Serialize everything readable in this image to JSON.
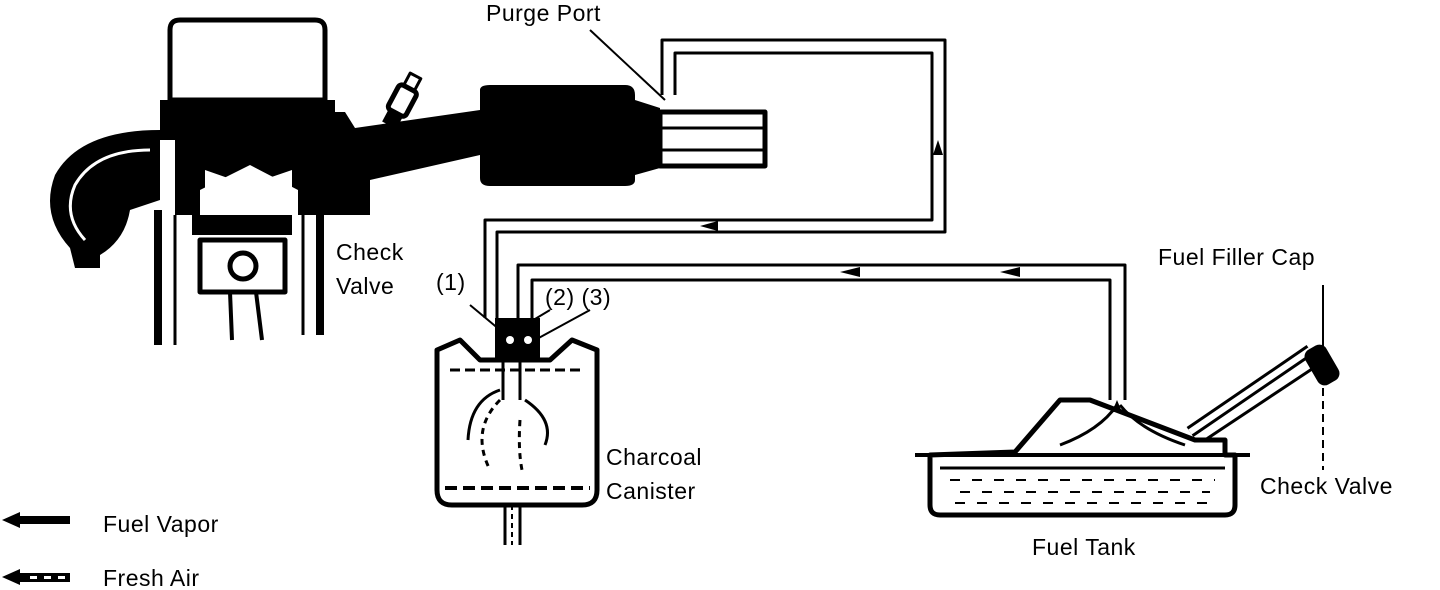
{
  "labels": {
    "purge_port": "Purge Port",
    "check_valve_engine": "Check\nValve",
    "port_1": "(1)",
    "port_2_3": "(2) (3)",
    "fuel_filler_cap": "Fuel Filler Cap",
    "charcoal_canister": "Charcoal\nCanister",
    "check_valve_tank": "Check Valve",
    "fuel_tank": "Fuel Tank"
  },
  "legend": {
    "fuel_vapor": "Fuel Vapor",
    "fresh_air": "Fresh Air"
  },
  "colors": {
    "ink": "#000000",
    "paper": "#ffffff"
  }
}
